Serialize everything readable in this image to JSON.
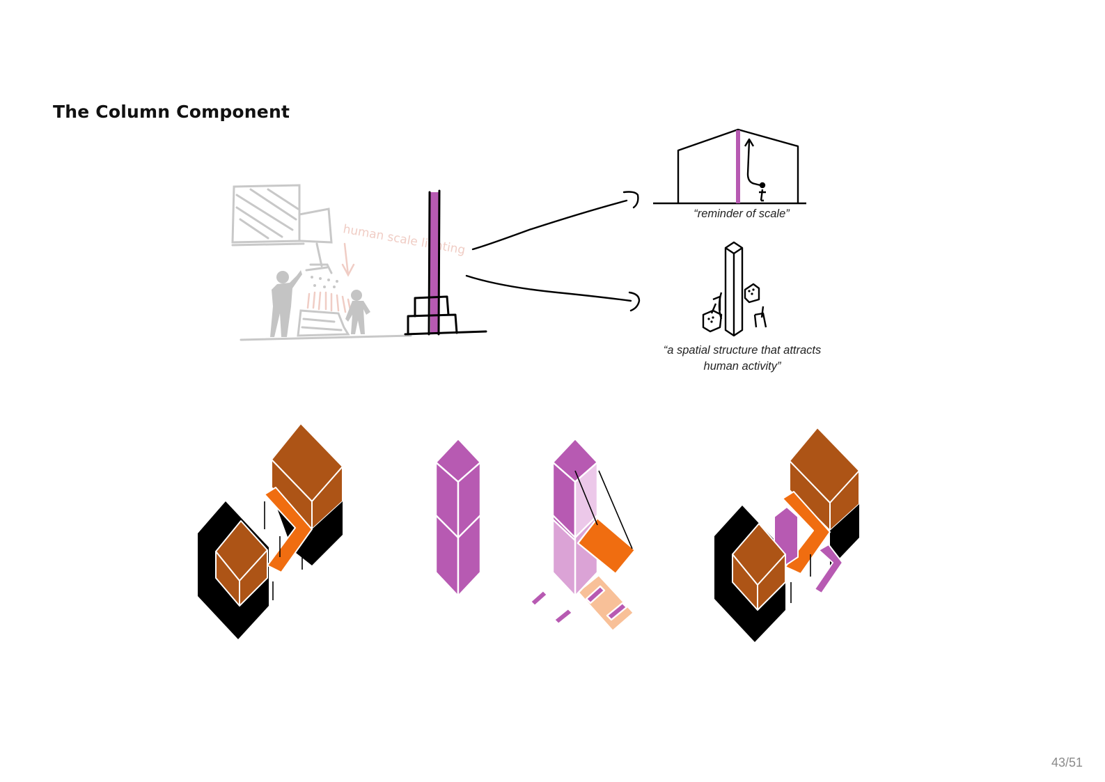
{
  "page": {
    "title": "The Column Component",
    "page_number": "43/51"
  },
  "sketch": {
    "faint_note": "human scale lighting"
  },
  "captions": {
    "reminder": "“reminder of scale”",
    "activity_line1": "“a spatial structure that attracts",
    "activity_line2": "human activity”"
  },
  "colors": {
    "brown": "#ad5416",
    "orange": "#f06d10",
    "purple": "#b75ab2",
    "light_purple": "#dba3d6",
    "pale_purple": "#ecc8e9",
    "peach": "#f8c098",
    "black": "#000000",
    "sketch_grey": "#c8c8c8",
    "sketch_pink": "#f0cdc5"
  }
}
